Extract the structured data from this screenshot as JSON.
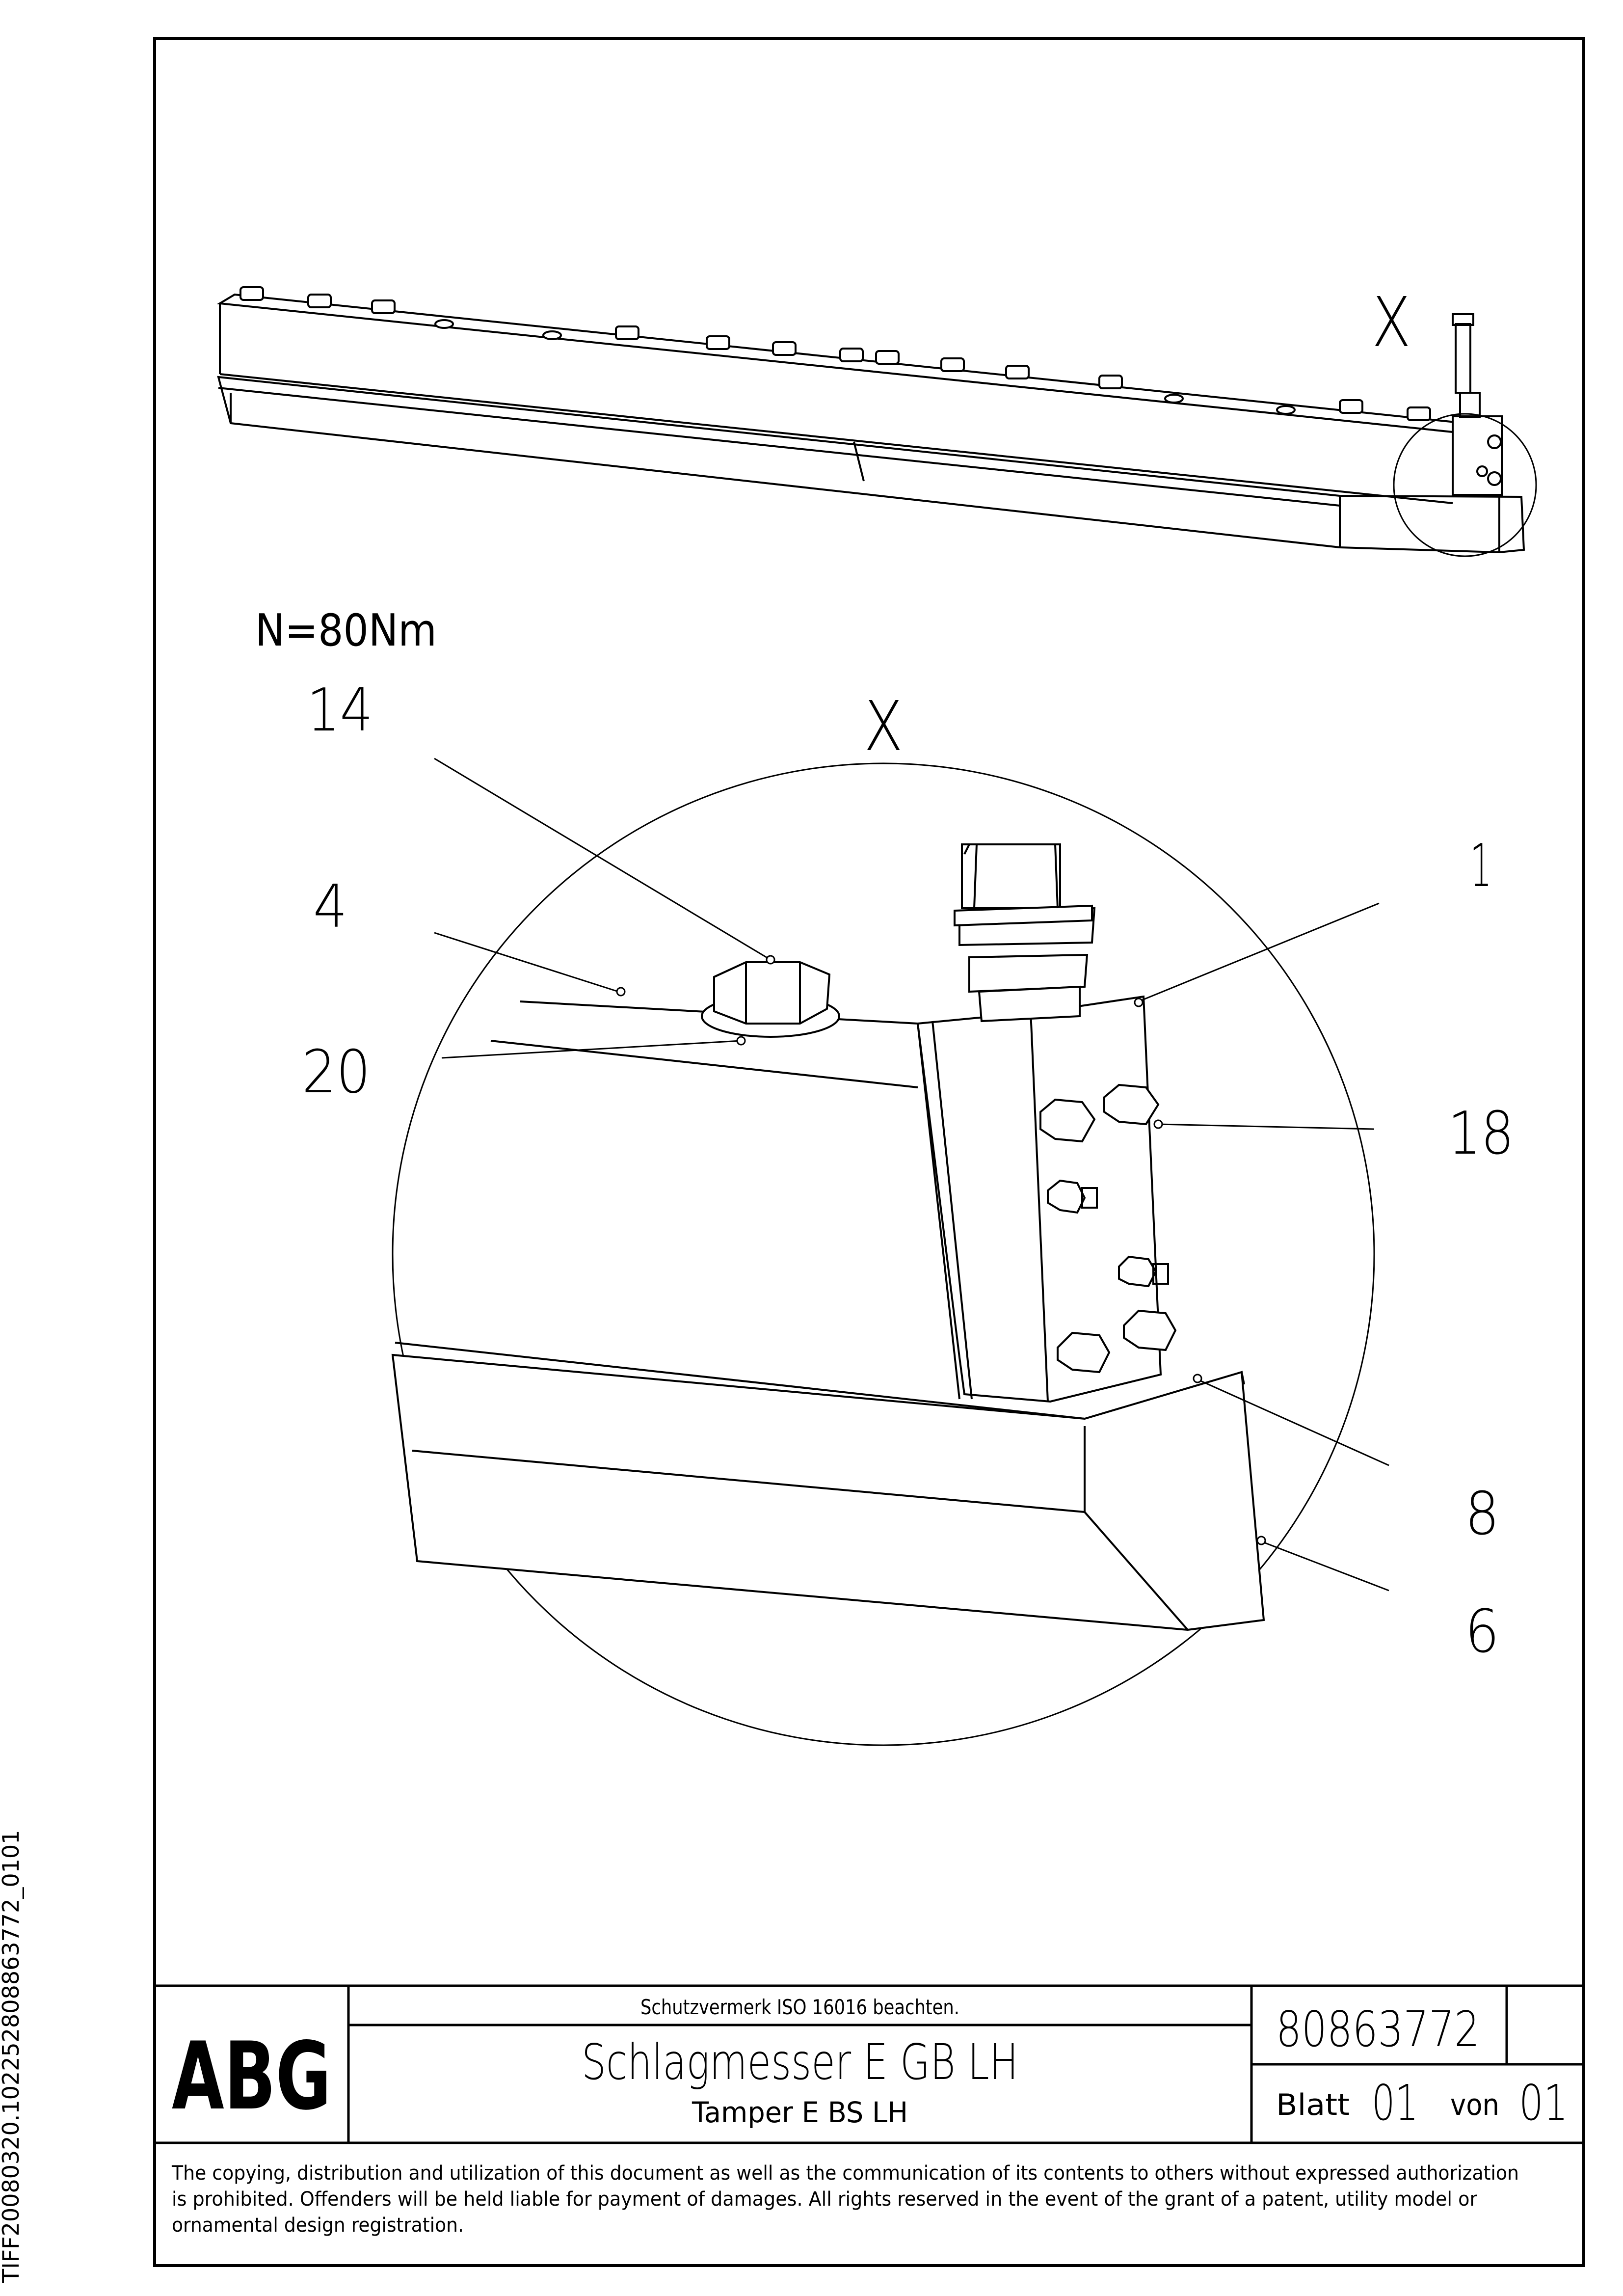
{
  "side_label": "TIFF20080320.102252808863772_0101",
  "detail_marker": "X",
  "torque_note": "N=80Nm",
  "callouts": {
    "c14": "14",
    "c4": "4",
    "c20": "20",
    "c1": "1",
    "c18": "18",
    "c8": "8",
    "c6": "6"
  },
  "title_block": {
    "logo": "ABG",
    "protection_note": "Schutzvermerk ISO 16016 beachten.",
    "title_de": "Schlagmesser E GB LH",
    "title_en": "Tamper E BS LH",
    "drawing_number": "80863772",
    "sheet_label": "Blatt",
    "sheet_number": "01",
    "of_label": "von",
    "sheet_total": "01"
  },
  "copyright_lines": [
    "The copying, distribution and utilization of this document as well as the communication of its contents to others without expressed authorization",
    "is prohibited. Offenders will be held liable for payment of damages. All rights reserved in the event of the grant of a patent, utility model or",
    "ornamental design registration."
  ]
}
